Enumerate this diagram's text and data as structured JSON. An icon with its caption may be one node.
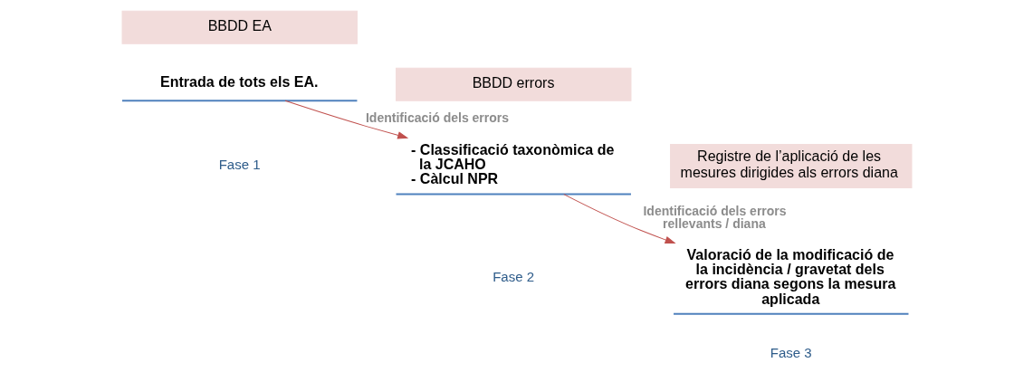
{
  "diagram": {
    "nodes": [
      {
        "text": [
          "BBDD EA"
        ]
      },
      {
        "text": [
          "Entrada de tots els EA."
        ]
      },
      {
        "text": [
          "BBDD errors"
        ]
      },
      {
        "text": [
          "- Classificació taxonòmica de la JCAHO",
          "- Càlcul NPR"
        ]
      },
      {
        "text": [
          "Registre de l’aplicació de les mesures dirigides als errors diana"
        ]
      },
      {
        "text": [
          "Valoració de la modificació de la incidència / gravetat dels errors diana segons la mesura aplicada"
        ]
      }
    ],
    "edges": [
      {
        "from": 1,
        "to": 3,
        "arrow": "to",
        "label": "Identificació dels errors"
      },
      {
        "from": 3,
        "to": 5,
        "arrow": "to",
        "label": "Identificació dels errors rellevants / diana"
      }
    ],
    "labels": [
      "Fase 1",
      "Fase 2",
      "Fase 3"
    ]
  }
}
